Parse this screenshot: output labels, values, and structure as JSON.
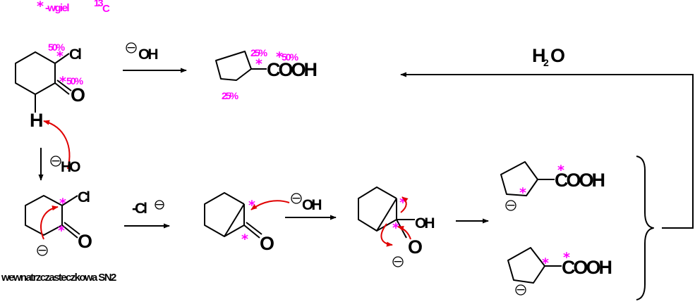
{
  "legend": {
    "star": "*",
    "text": "-wgiel",
    "isotope": "13",
    "element": "C"
  },
  "colors": {
    "label": "#ff00ff",
    "curly_arrow": "#e00000",
    "ink": "#000000"
  },
  "labels": {
    "cl_top": "Cl",
    "o_top": "O",
    "h_top": "H",
    "pct_top_1": "50%",
    "pct_top_2": "50%",
    "reagent_top": "OH",
    "product_group": "COOH",
    "product_pct_1": "25%",
    "product_pct_2": "50%",
    "product_pct_3": "25%",
    "water_h": "H",
    "water_2": "2",
    "water_o": "O",
    "reagent_left": "HO",
    "cl_enolate": "Cl",
    "o_enolate": "O",
    "leaving_group": "-Cl",
    "o_bicyclic": "O",
    "reagent_mid": "OH",
    "oh_tetrahedral": "OH",
    "o_tetrahedral": "O",
    "anion_group_1": "COOH",
    "anion_group_2": "COOH",
    "caption": "wewnatrzczasteczkowa SN2",
    "minus": "−",
    "star": "*"
  }
}
